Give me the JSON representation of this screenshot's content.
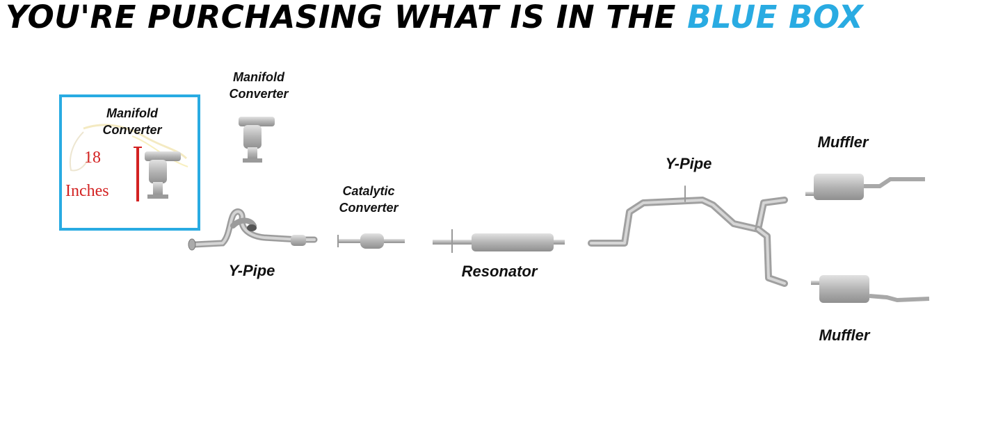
{
  "title": {
    "prefix": "YOU'RE PURCHASING WHAT IS IN THE",
    "highlight": "BLUE BOX"
  },
  "colors": {
    "accent": "#29abe2",
    "measure": "#d32222",
    "part": "#b8b8b8"
  },
  "blue_box": {
    "label_line1": "Manifold",
    "label_line2": "Converter",
    "measure_value": "18",
    "measure_unit": "Inches"
  },
  "parts": {
    "manifold_converter": {
      "line1": "Manifold",
      "line2": "Converter"
    },
    "front_ypipe": "Y-Pipe",
    "catalytic_converter": {
      "line1": "Catalytic",
      "line2": "Converter"
    },
    "resonator": "Resonator",
    "rear_ypipe": "Y-Pipe",
    "muffler_top": "Muffler",
    "muffler_bottom": "Muffler"
  }
}
